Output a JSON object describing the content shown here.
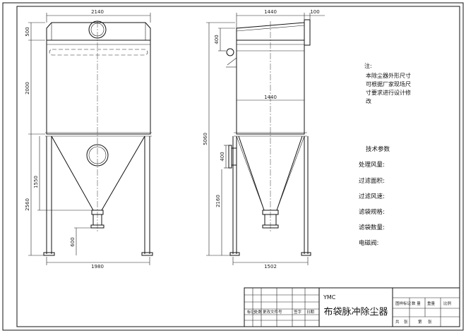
{
  "dims": {
    "front_width": "2140",
    "front_top": "500",
    "front_body": "2000",
    "front_cone": "1550",
    "front_lower": "2560",
    "front_outlet": "600",
    "front_base": "1980",
    "side_width": "1440",
    "side_flange": "100",
    "side_inlet": "400",
    "side_mid": "1440",
    "side_total": "5060",
    "side_port": "400",
    "side_lower": "2160",
    "side_base": "1502"
  },
  "notes": {
    "title": "注:",
    "line1": "本除尘器外形尺寸",
    "line2": "可根据厂家现场尺",
    "line3": "寸要求进行设计修",
    "line4": "改"
  },
  "specs": {
    "title": "技术参数",
    "items": [
      "处理风量:",
      "过滤面积:",
      "过滤风速:",
      "滤袋规格:",
      "滤袋数量:",
      "电磁阀:"
    ]
  },
  "title_block": {
    "company": "YMC",
    "drawing_title": "布袋脉冲除尘器",
    "col1": "图样标记",
    "col2": "数 量",
    "col3": "重量",
    "col4": "比例",
    "sheet_a": "共",
    "sheet_b": "张",
    "sheet_c": "第",
    "sheet_d": "张",
    "small_a": "标记",
    "small_b": "处数",
    "small_c": "更改文件号",
    "small_d": "签字",
    "small_e": "日期"
  }
}
